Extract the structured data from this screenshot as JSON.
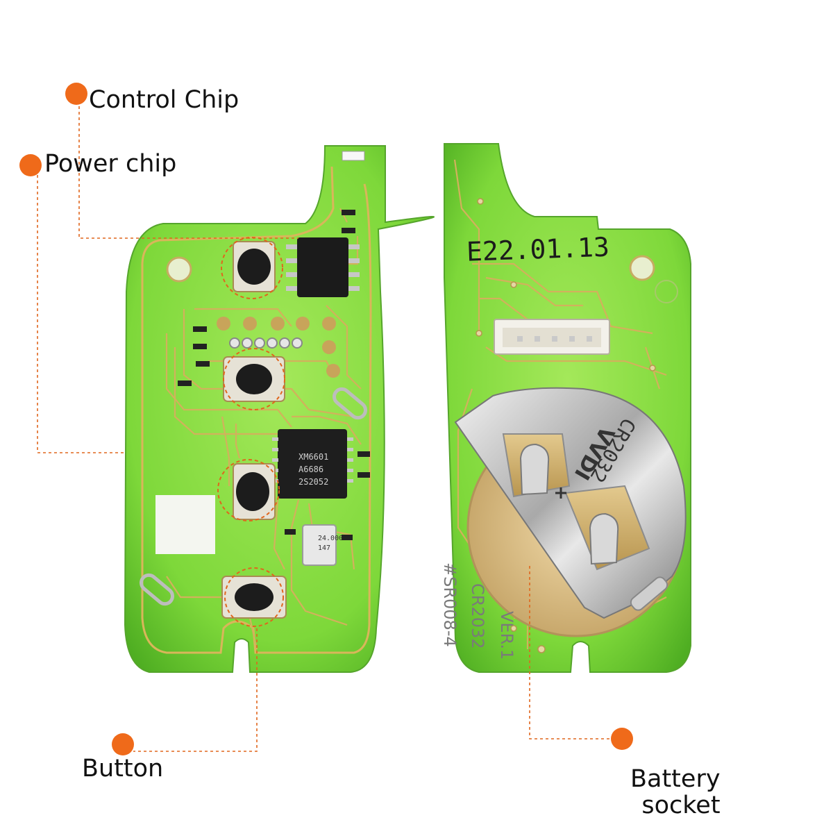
{
  "labels": {
    "control_chip": "Control Chip",
    "power_chip": "Power chip",
    "button": "Button",
    "battery_line1": "Battery",
    "battery_line2": "socket"
  },
  "board_markings": {
    "date_code": "E22.01.13",
    "model": "#SR008-4",
    "battery_type": "CR2032",
    "version": "VER.1",
    "power_chip_text": [
      "XM6601",
      "A6686",
      "2S2052"
    ],
    "crystal_text": [
      "24.000",
      "147"
    ],
    "battery_clip_text": [
      "CR2032",
      "VVDI"
    ]
  },
  "colors": {
    "accent_dot": "#ef6a1a",
    "pcb_green": "#7ed83a",
    "copper_trace": "#d9b65a",
    "background": "#ffffff"
  }
}
